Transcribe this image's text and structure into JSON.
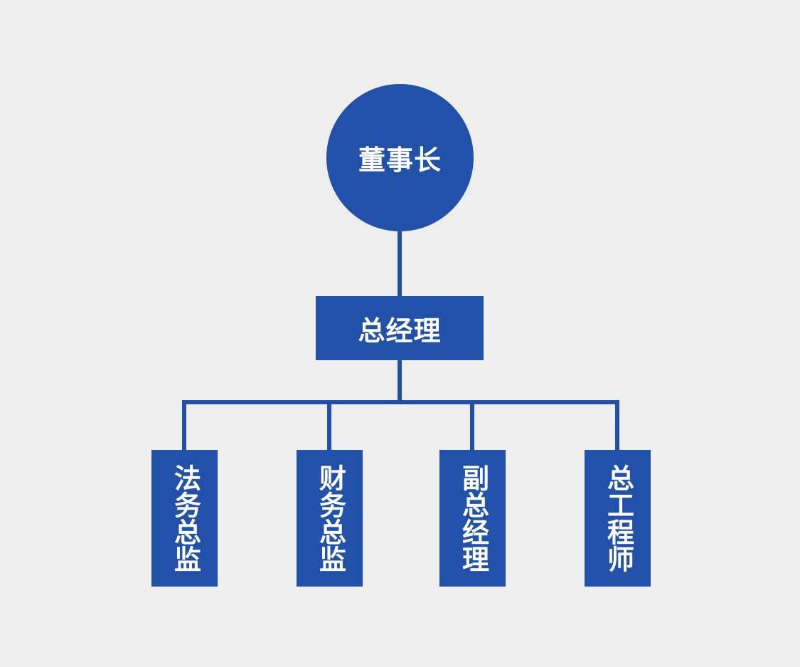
{
  "colors": {
    "background": "#eeeeee",
    "node_fill": "#2151a8",
    "connector": "#2150a6",
    "text": "#ffffff"
  },
  "org_chart": {
    "type": "organization-chart",
    "root": {
      "label": "董事长",
      "shape": "circle"
    },
    "manager": {
      "label": "总经理",
      "shape": "rectangle"
    },
    "children": [
      {
        "label": "法务总监",
        "shape": "vertical-rectangle"
      },
      {
        "label": "财务总监",
        "shape": "vertical-rectangle"
      },
      {
        "label": "副总经理",
        "shape": "vertical-rectangle"
      },
      {
        "label": "总工程师",
        "shape": "vertical-rectangle"
      }
    ]
  }
}
